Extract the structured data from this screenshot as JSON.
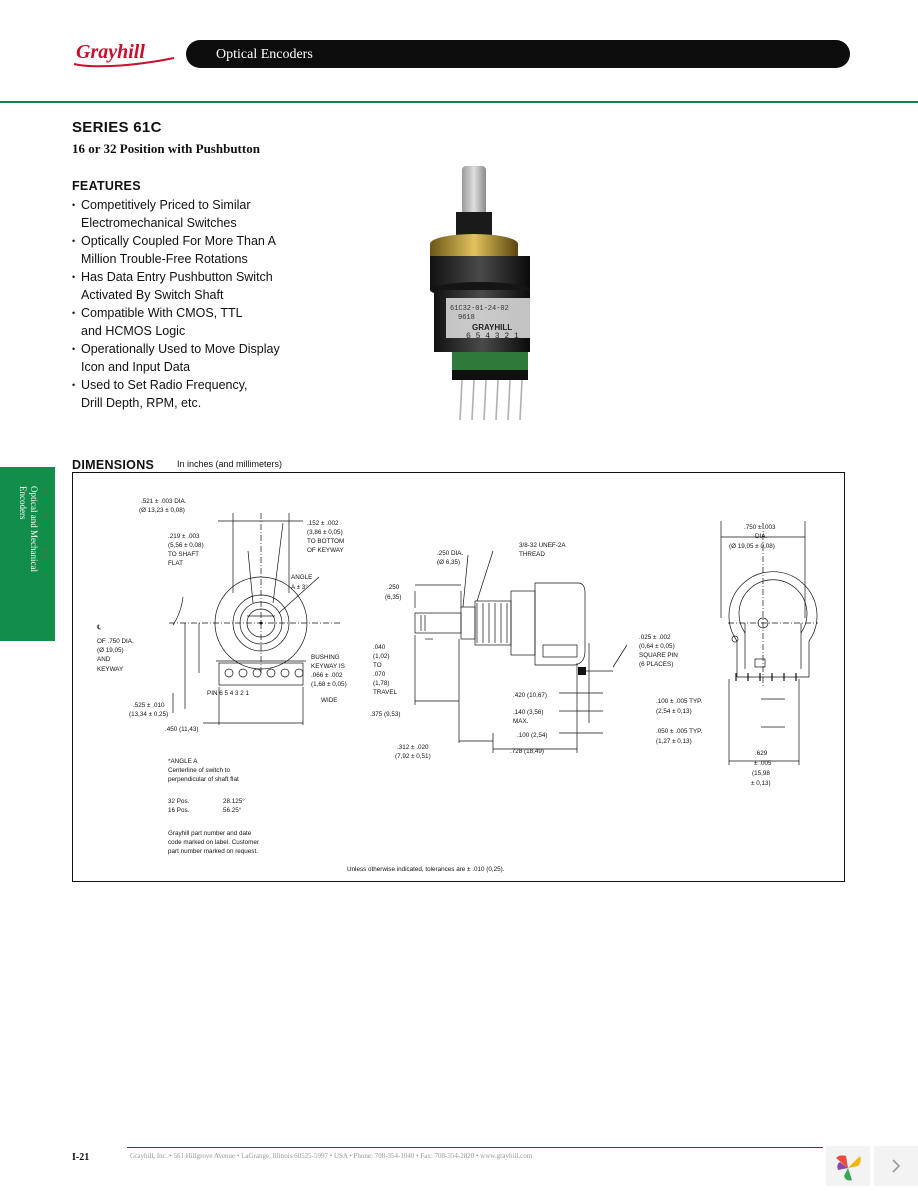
{
  "header": {
    "logo_text": "Grayhill",
    "section_title": "Optical Encoders"
  },
  "product": {
    "series": "SERIES 61C",
    "subtitle": "16 or 32 Position with Pushbutton",
    "features_heading": "FEATURES",
    "features": [
      [
        "Competitively Priced to Similar",
        "Electromechanical Switches"
      ],
      [
        "Optically Coupled For More Than A",
        "Million Trouble-Free Rotations"
      ],
      [
        "Has Data Entry Pushbutton Switch",
        "Activated By Switch Shaft"
      ],
      [
        "Compatible With CMOS, TTL",
        "and HCMOS Logic"
      ],
      [
        "Operationally Used to Move Display",
        "Icon and Input Data"
      ],
      [
        "Used to Set Radio Frequency,",
        "Drill Depth, RPM, etc."
      ]
    ]
  },
  "photo": {
    "label_line1": "61C32-01-24-02",
    "label_line2": "9618",
    "label_brand": "GRAYHILL",
    "label_pins": "6 5 4 3 2 1"
  },
  "dimensions": {
    "heading": "DIMENSIONS",
    "units_note": "In inches (and millimeters)",
    "front_view": {
      "dia_521": [
        ".521 ± .003 DIA.",
        "(Ø 13,23 ± 0,08)"
      ],
      "flat_219": [
        ".219 ± .003",
        "(5,56 ± 0,08)",
        "TO SHAFT",
        "FLAT"
      ],
      "keyway_152": [
        ".152 ± .002",
        "(3,86 ± 0,05)",
        "TO BOTTOM",
        "OF KEYWAY"
      ],
      "angle": [
        "ANGLE",
        "A ± 3°"
      ],
      "centerline": [
        "℄",
        "OF .750 DIA.",
        "(Ø 19,05)",
        "AND",
        "KEYWAY"
      ],
      "bushing": [
        "BUSHING",
        "KEYWAY IS",
        ".066 ± .002",
        "(1,68 ± 0,05)",
        "WIDE"
      ],
      "pin_row": "PIN 6 5 4 3 2 1",
      "dim_525": [
        ".525 ± .010",
        "(13,34 ± 0,25)"
      ],
      "dim_450": ".450 (11,43)"
    },
    "side_view": {
      "shaft_dia": [
        ".250 DIA.",
        "(Ø 6,35)"
      ],
      "thread": [
        "3/8-32 UNEF-2A",
        "THREAD"
      ],
      "dim_250": [
        ".250",
        "(6,35)"
      ],
      "travel": [
        ".040",
        "(1,02)",
        "TO",
        ".070",
        "(1,78)",
        "TRAVEL"
      ],
      "dim_375": ".375 (9,53)",
      "dim_312": [
        ".312 ± .020",
        "(7,92 ± 0,51)"
      ],
      "dim_728": ".728 (18,49)",
      "dim_420": ".420 (10,67)",
      "dim_140": [
        ".140 (3,56)",
        "MAX."
      ],
      "dim_100": ".100 (2,54)",
      "square_pin": [
        ".025 ± .002",
        "(0,64 ± 0,05)",
        "SQUARE PIN",
        "(6 PLACES)"
      ]
    },
    "rear_view": {
      "dia_750": [
        ".750 ± .003",
        "DIA.",
        "(Ø 19,05 ± 0,08)"
      ],
      "dim_100typ": [
        ".100 ± .005 TYP.",
        "(2,54 ± 0,13)"
      ],
      "dim_050typ": [
        ".050 ± .005 TYP.",
        "(1,27 ± 0,13)"
      ],
      "dim_629": [
        ".629",
        "± .005",
        "(15,98",
        "± 0,13)"
      ]
    },
    "angle_table": {
      "title": "*ANGLE A",
      "desc": [
        "Centerline of switch to",
        "perpendicular of shaft flat"
      ],
      "rows": [
        [
          "32 Pos.",
          "28.125°"
        ],
        [
          "16 Pos.",
          "56.25°"
        ]
      ]
    },
    "part_note": [
      "Grayhill part number and date",
      "code marked on label. Customer",
      "part number marked on request."
    ],
    "tolerance_note": "Unless otherwise indicated, tolerances are ± .010 (0,25)."
  },
  "side_tab": [
    "Optical and Mechanical",
    "Encoders"
  ],
  "footer": {
    "page_number": "I-21",
    "address": "Grayhill, Inc. • 561 Hillgrove Avenue • LaGrange, Illinois 60525-5997 • USA • Phone: 708-354-1040 • Fax: 708-354-2820 • www.grayhill.com"
  },
  "colors": {
    "brand_red": "#c8102e",
    "green": "#138e4a",
    "header_black": "#0d0d0d",
    "footer_rule": "#8b1e3f"
  },
  "icons": {
    "viewer_logo": "pinwheel-logo-icon",
    "next": "chevron-right-icon"
  }
}
